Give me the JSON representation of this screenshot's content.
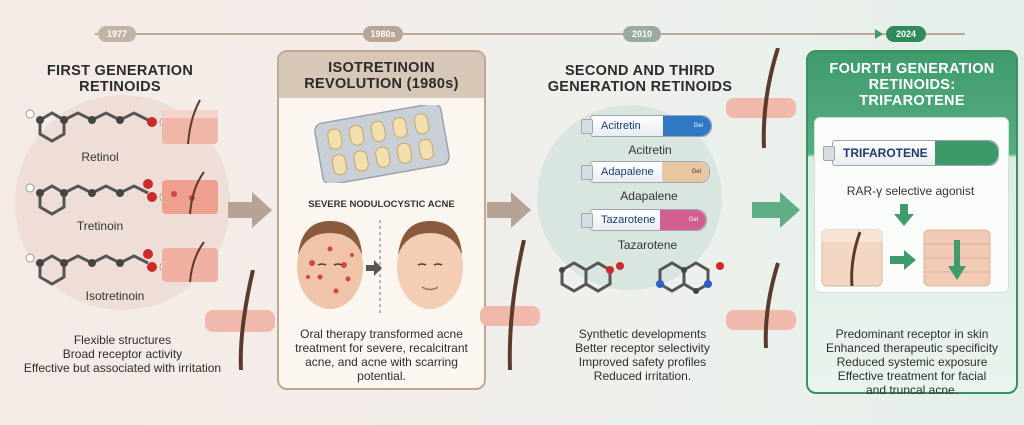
{
  "timeline": {
    "years": [
      "1977",
      "1980s",
      "2010",
      "2024"
    ]
  },
  "col1": {
    "title_line1": "FIRST GENERATION",
    "title_line2": "RETINOIDS",
    "molecules": [
      "Retinol",
      "Tretinoin",
      "Isotretinoin"
    ],
    "bullets": [
      "Flexible structures",
      "Broad receptor activity",
      "Effective but associated with irritation"
    ]
  },
  "col2": {
    "title_line1": "ISOTRETINOIN",
    "title_line2": "REVOLUTION (1980s)",
    "subtitle": "SEVERE NODULOCYSTIC ACNE",
    "bullets": [
      "Oral therapy transformed acne",
      "treatment for severe, recalcitrant",
      "acne, and acne with scarring",
      "potential."
    ]
  },
  "col3": {
    "title_line1": "SECOND AND THIRD",
    "title_line2": "GENERATION RETINOIDS",
    "tubes": [
      {
        "name": "Acitretin",
        "tube_label": "Acitretin",
        "tag": "Gel",
        "color": "#2f78c4"
      },
      {
        "name": "Adapalene",
        "tube_label": "Adapalene",
        "tag": "Gel",
        "color": "#e8c6a0"
      },
      {
        "name": "Tazarotene",
        "tube_label": "Tazarotene",
        "tag": "Gel",
        "color": "#d25d8f"
      }
    ],
    "bullets": [
      "Synthetic developments",
      "Better receptor selectivity",
      "Improved safety profiles",
      "Reduced irritation."
    ]
  },
  "col4": {
    "title_line1": "FOURTH GENERATION",
    "title_line2": "RETINOIDS:",
    "title_line3": "TRIFAROTENE",
    "tube_label": "TRIFAROTENE",
    "agonist": "RAR-γ selective agonist",
    "bullets": [
      "Predominant receptor in skin",
      "Enhanced therapeutic specificity",
      "Reduced systemic exposure",
      "Effective treatment for facial",
      "and truncal acne."
    ]
  },
  "colors": {
    "brown_accent": "#b9a89c",
    "green_accent": "#3f9b6d",
    "pill_1977": "#c2b3a7",
    "pill_1980s": "#b8a597",
    "pill_2010": "#9aa9a1",
    "pill_2024": "#2f8a5c"
  }
}
